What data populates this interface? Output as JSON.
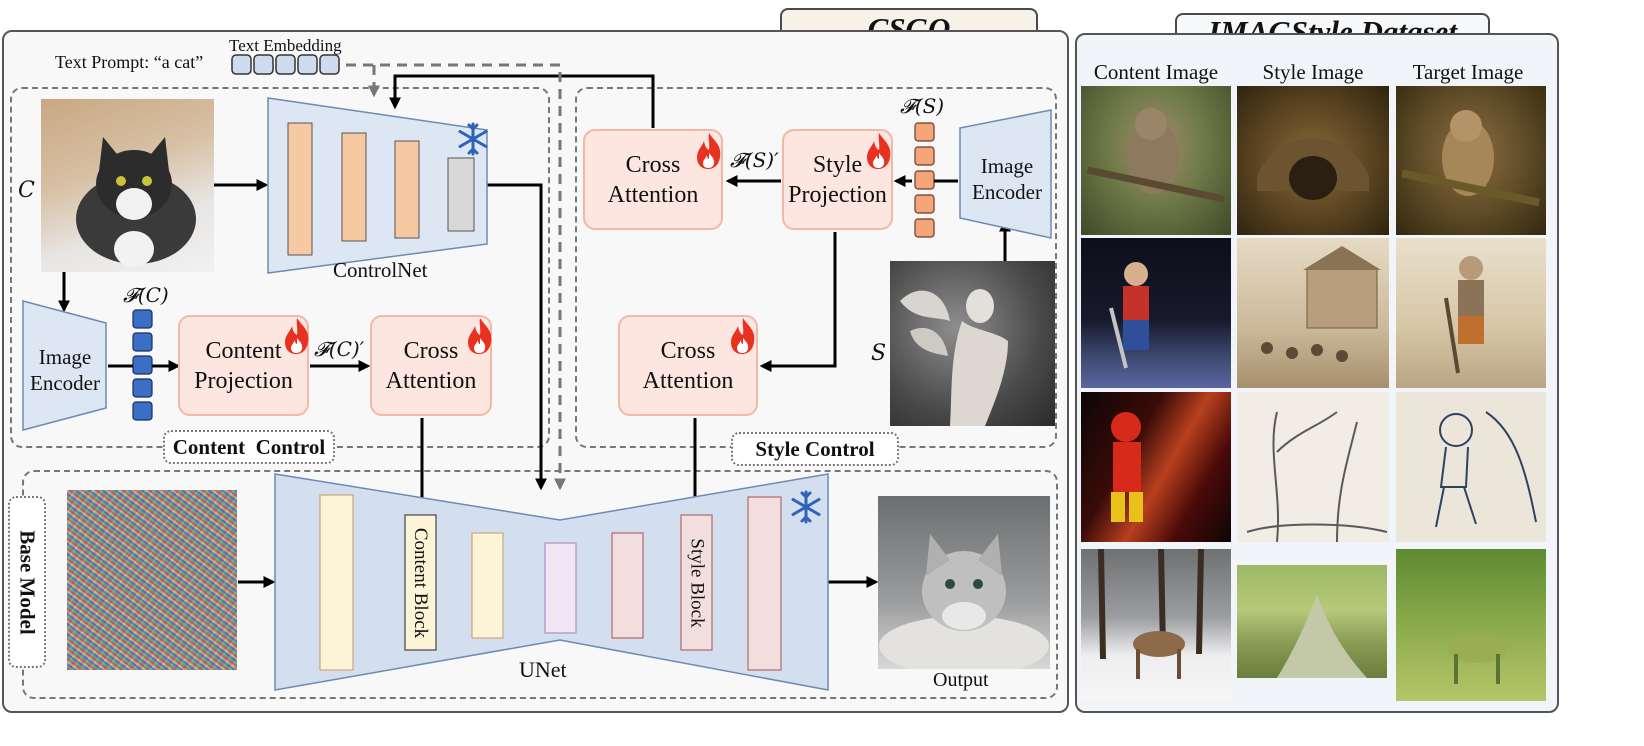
{
  "csgo": {
    "title": "CSGO",
    "text_prompt": "Text Prompt: “a cat”",
    "text_embedding": "Text Embedding",
    "content_control": {
      "tag": "Content  Control",
      "c_label": "C",
      "controlnet": "ControlNet",
      "encoder": [
        "Image",
        "Encoder"
      ],
      "fc": "𝓕(C)",
      "fc_prime": "𝓕(C)′",
      "projection": [
        "Content",
        "Projection"
      ],
      "cross_attention": [
        "Cross",
        "Attention"
      ]
    },
    "style_control": {
      "tag": "Style Control",
      "s_label": "S",
      "cross_attention_top": [
        "Cross",
        "Attention"
      ],
      "fs_prime": "𝓕(S)′",
      "projection": [
        "Style",
        "Projection"
      ],
      "fs": "𝓕(S)",
      "encoder": [
        "Image",
        "Encoder"
      ],
      "cross_attention_bottom": [
        "Cross",
        "Attention"
      ]
    },
    "base_model": {
      "tag": "Base Model",
      "unet": "UNet",
      "content_block": "Content Block",
      "style_block": "Style Block",
      "output": "Output"
    },
    "icons": [
      "fire-icon",
      "snowflake-icon"
    ]
  },
  "dataset": {
    "title": "IMAGStyle Dataset",
    "columns": [
      "Content Image",
      "Style Image",
      "Target Image"
    ]
  },
  "colors": {
    "projection_fill": "#fce6df",
    "projection_border": "#f3b7a3",
    "encoder_fill": "#dde7f4",
    "unet_fill": "#d3deef",
    "token_fill": "#3b6fc4",
    "fire": "#e8311f",
    "snowflake": "#2f63b8"
  }
}
